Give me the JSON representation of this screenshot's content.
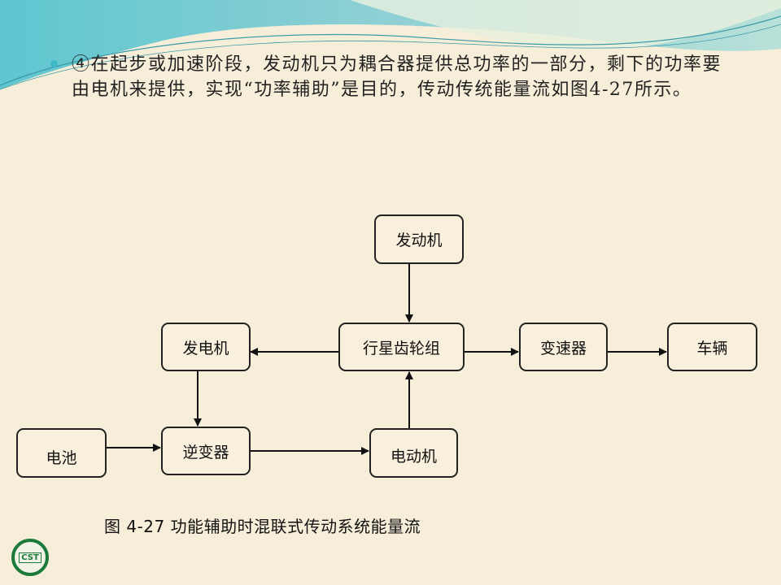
{
  "paragraph": "④在起步或加速阶段，发动机只为耦合器提供总功率的一部分，剩下的功率要由电机来提供，实现“功率辅助”是目的，传动传统能量流如图4-27所示。",
  "diagram": {
    "nodes": {
      "engine": "发动机",
      "generator": "发电机",
      "planetary": "行星齿轮组",
      "transmission": "变速器",
      "vehicle": "车辆",
      "battery": "电池",
      "inverter": "逆变器",
      "motor": "电动机"
    },
    "edges": [
      [
        "engine",
        "planetary"
      ],
      [
        "planetary",
        "generator"
      ],
      [
        "planetary",
        "transmission"
      ],
      [
        "transmission",
        "vehicle"
      ],
      [
        "generator",
        "inverter"
      ],
      [
        "battery",
        "inverter"
      ],
      [
        "inverter",
        "motor"
      ],
      [
        "motor",
        "planetary"
      ]
    ],
    "caption": "图  4-27 功能辅助时混联式传动系统能量流"
  },
  "logo_text": "CST",
  "colors": {
    "background": "#f6eed8",
    "wave": "#5cc4cf",
    "bullet": "#3fb8c8"
  }
}
